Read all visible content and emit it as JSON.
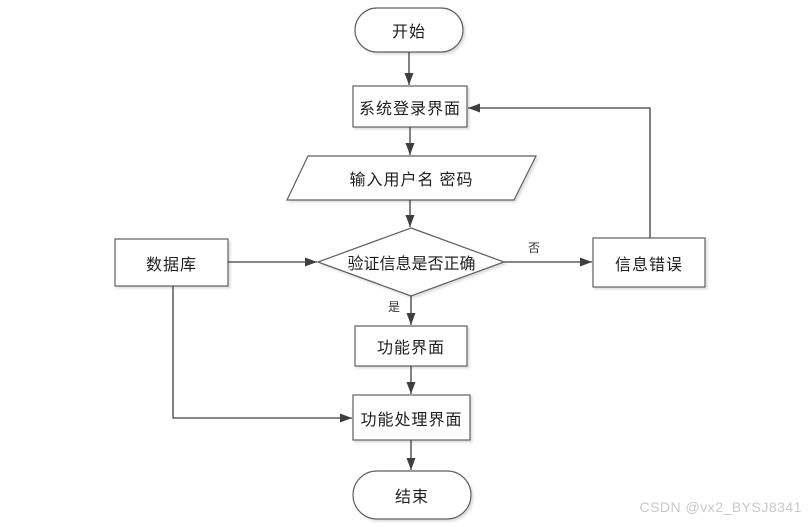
{
  "flowchart": {
    "nodes": {
      "start": {
        "label": "开始",
        "type": "terminator"
      },
      "login": {
        "label": "系统登录界面",
        "type": "process"
      },
      "input": {
        "label": "输入用户名 密码",
        "type": "input-output"
      },
      "verify": {
        "label": "验证信息是否正确",
        "type": "decision"
      },
      "database": {
        "label": "数据库",
        "type": "process"
      },
      "error": {
        "label": "信息错误",
        "type": "process"
      },
      "function": {
        "label": "功能界面",
        "type": "process"
      },
      "handle": {
        "label": "功能处理界面",
        "type": "process"
      },
      "end": {
        "label": "结束",
        "type": "terminator"
      }
    },
    "branch_labels": {
      "no": "否",
      "yes": "是"
    },
    "edges": [
      {
        "from": "start",
        "to": "login"
      },
      {
        "from": "login",
        "to": "input"
      },
      {
        "from": "input",
        "to": "verify"
      },
      {
        "from": "database",
        "to": "verify"
      },
      {
        "from": "verify",
        "to": "error",
        "label": "否"
      },
      {
        "from": "error",
        "to": "login"
      },
      {
        "from": "verify",
        "to": "function",
        "label": "是"
      },
      {
        "from": "function",
        "to": "handle"
      },
      {
        "from": "database",
        "to": "handle"
      },
      {
        "from": "handle",
        "to": "end"
      }
    ],
    "colors": {
      "connector": "#3f3f3f",
      "shape_border": "#5f5f5f",
      "shape_fill": "#ffffff",
      "text": "#1f1f1f",
      "watermark": "#c9c9c9"
    }
  },
  "watermark": {
    "text": "CSDN @vx2_BYSJ8341"
  }
}
